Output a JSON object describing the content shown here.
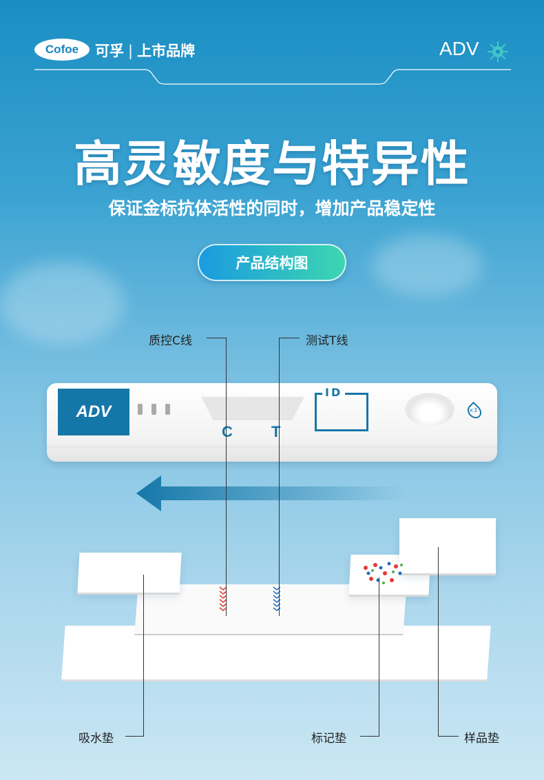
{
  "header": {
    "logo_text": "Cofoe",
    "brand_name": "可孚",
    "separator": "|",
    "brand_tagline": "上市品牌",
    "product_code": "ADV"
  },
  "hero": {
    "title": "高灵敏度与特异性",
    "subtitle": "保证金标抗体活性的同时，增加产品稳定性",
    "section_button": "产品结构图"
  },
  "cassette": {
    "label": "ADV",
    "control_mark": "C",
    "test_mark": "T",
    "id_label": "ID",
    "drop_label": "×3"
  },
  "annotations": {
    "control_line": "质控C线",
    "test_line": "测试T线",
    "absorbent_pad": "吸水垫",
    "conjugate_pad": "标记垫",
    "sample_pad": "样品垫"
  },
  "colors": {
    "brand_blue": "#1577a8",
    "control_red": "#e53935",
    "test_blue": "#1e6fc0"
  }
}
